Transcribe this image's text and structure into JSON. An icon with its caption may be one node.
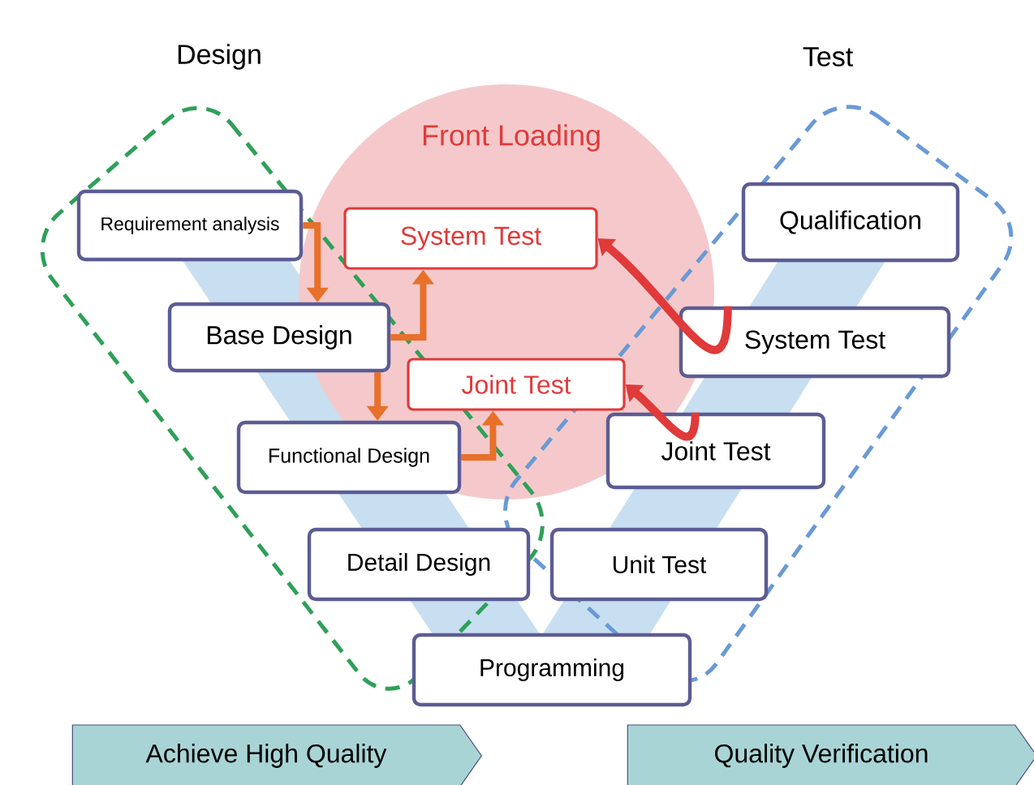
{
  "diagram": {
    "nodes": [
      {
        "text": [
          "Requirement analysis"
        ]
      },
      {
        "text": [
          "System Test"
        ]
      },
      {
        "text": [
          "Qualification"
        ]
      },
      {
        "text": [
          "Base Design"
        ]
      },
      {
        "text": [
          "System Test"
        ]
      },
      {
        "text": [
          "Joint Test"
        ]
      },
      {
        "text": [
          "Functional Design"
        ]
      },
      {
        "text": [
          "Joint Test"
        ]
      },
      {
        "text": [
          "Detail Design"
        ]
      },
      {
        "text": [
          "Unit Test"
        ]
      },
      {
        "text": [
          "Programming"
        ]
      },
      {
        "text": [
          "Achieve High Quality"
        ]
      },
      {
        "text": [
          "Quality Verification"
        ]
      }
    ],
    "edges": [
      {
        "from": 0,
        "to": 3,
        "arrow": "to"
      },
      {
        "from": 3,
        "to": 1,
        "arrow": "to"
      },
      {
        "from": 3,
        "to": 6,
        "arrow": "to"
      },
      {
        "from": 6,
        "to": 5,
        "arrow": "to"
      },
      {
        "from": 4,
        "to": 1,
        "arrow": "to",
        "color": "#e03a3a"
      },
      {
        "from": 7,
        "to": 5,
        "arrow": "to",
        "color": "#e03a3a"
      }
    ],
    "labels": [
      "Design",
      "Test",
      "Front Loading"
    ]
  }
}
